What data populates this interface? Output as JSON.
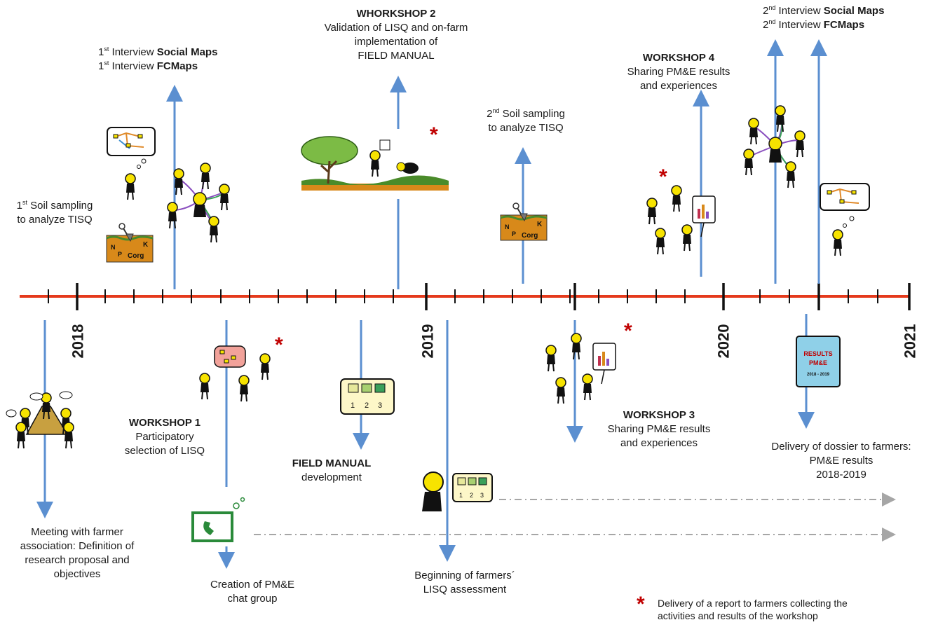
{
  "years": [
    "2018",
    "2019",
    "2020",
    "2021"
  ],
  "events_above": {
    "soil1": {
      "sup": "st",
      "num": "1",
      "line1_rest": " Soil sampling",
      "line2": "to analyze TISQ"
    },
    "interview1": {
      "num": "1",
      "sup": "st",
      "prefix": " Interview ",
      "social": "Social Maps",
      "fc": "FCMaps"
    },
    "workshop2": {
      "title": "WHORKSHOP 2",
      "line1": "Validation of LISQ and  on-farm",
      "line2": "implementation of",
      "line3": "FIELD MANUAL"
    },
    "soil2": {
      "num": "2",
      "sup": "nd",
      "line1_rest": " Soil sampling",
      "line2": "to analyze TISQ"
    },
    "workshop4": {
      "title": "WORKSHOP 4",
      "line1": "Sharing PM&E results",
      "line2": "and experiences"
    },
    "interview2": {
      "num": "2",
      "sup": "nd",
      "prefix": " Interview ",
      "social": "Social Maps",
      "fc": "FCMaps"
    }
  },
  "events_below": {
    "meeting": {
      "lines": [
        "Meeting with farmer",
        "association: Definition of",
        "research proposal and",
        "objectives"
      ]
    },
    "workshop1": {
      "title": "WORKSHOP 1",
      "line1": "Participatory",
      "line2": "selection of LISQ"
    },
    "chat": {
      "line1": "Creation of PM&E",
      "line2": "chat group"
    },
    "field_manual": {
      "title": "FIELD MANUAL",
      "line1": "development"
    },
    "assessment": {
      "line1": "Beginning of farmers´",
      "line2": "LISQ assessment"
    },
    "workshop3": {
      "title": "WORKSHOP 3",
      "line1": "Sharing PM&E results",
      "line2": "and experiences"
    },
    "dossier": {
      "line1": "Delivery of dossier to farmers:",
      "line2": "PM&E results",
      "line3": "2018-2019"
    }
  },
  "soil_box": {
    "k": "K",
    "n": "N",
    "p": "P",
    "corg": "Corg"
  },
  "results_book": {
    "title": "RESULTS",
    "subtitle": "PM&E",
    "years": "2018 - 2019"
  },
  "manual_numbers": [
    "1",
    "2",
    "3"
  ],
  "legend": {
    "symbol": "*",
    "line1": "Delivery of  a report  to farmers collecting the",
    "line2": "activities and results of the workshop"
  },
  "colors": {
    "timeline": "#e53a1c",
    "arrow": "#5b8fd0",
    "star": "#c00000",
    "dashed": "#a6a6a6",
    "soil": "#d8891a",
    "figure": "#f7e300"
  }
}
